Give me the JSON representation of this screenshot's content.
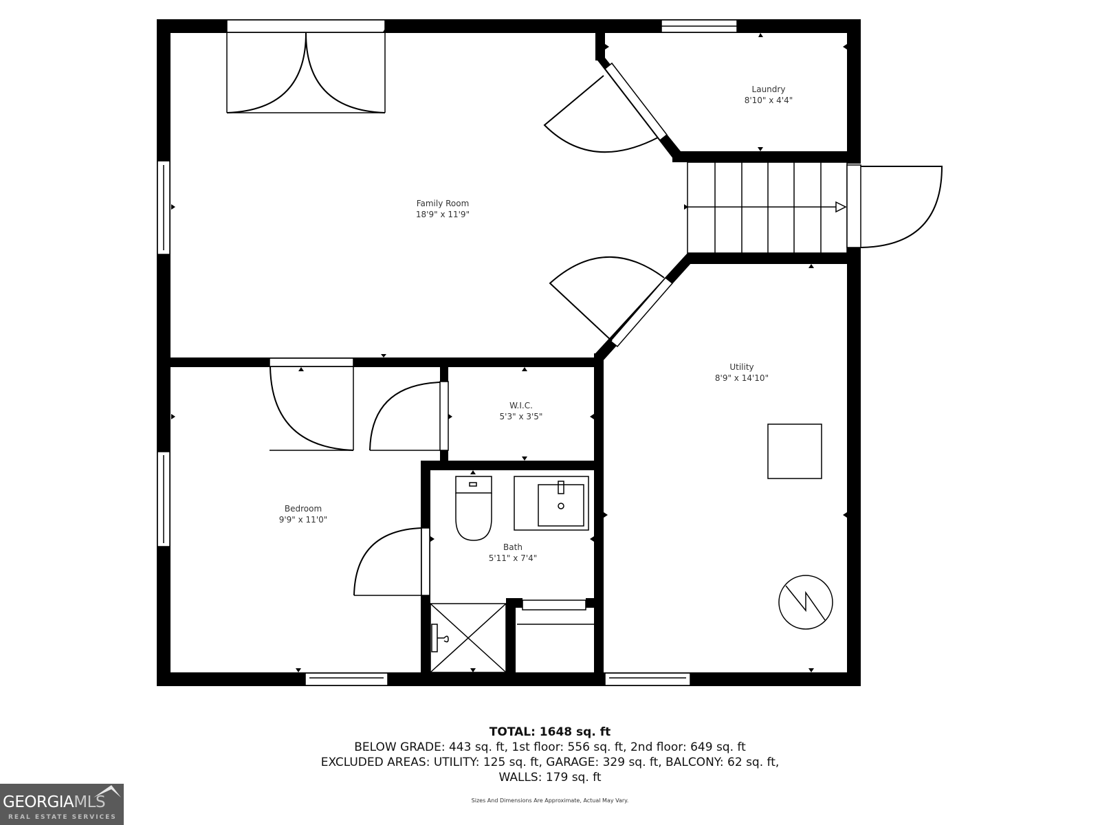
{
  "rooms": {
    "family_room": {
      "name": "Family Room",
      "size": "18'9\" x 11'9\""
    },
    "laundry": {
      "name": "Laundry",
      "size": "8'10\" x 4'4\""
    },
    "utility": {
      "name": "Utility",
      "size": "8'9\" x 14'10\""
    },
    "wic": {
      "name": "W.I.C.",
      "size": "5'3\" x 3'5\""
    },
    "bedroom": {
      "name": "Bedroom",
      "size": "9'9\" x 11'0\""
    },
    "bath": {
      "name": "Bath",
      "size": "5'11\" x 7'4\""
    }
  },
  "summary": {
    "total": "TOTAL: 1648 sq. ft",
    "floors": "BELOW GRADE: 443 sq. ft, 1st floor: 556 sq. ft, 2nd floor: 649 sq. ft",
    "excluded": "EXCLUDED AREAS: UTILITY: 125 sq. ft, GARAGE: 329 sq. ft, BALCONY: 62 sq. ft,",
    "walls": "WALLS: 179 sq. ft",
    "disclaimer": "Sizes And Dimensions Are Approximate, Actual May Vary."
  },
  "logo": {
    "brand_main": "GEORGIA",
    "brand_accent": "MLS",
    "tagline": "REAL ESTATE SERVICES"
  },
  "symbols": [
    "double-door",
    "swing-door",
    "stairs-arrow",
    "toilet",
    "sink",
    "shower",
    "water-heater",
    "furnace-box",
    "window"
  ]
}
